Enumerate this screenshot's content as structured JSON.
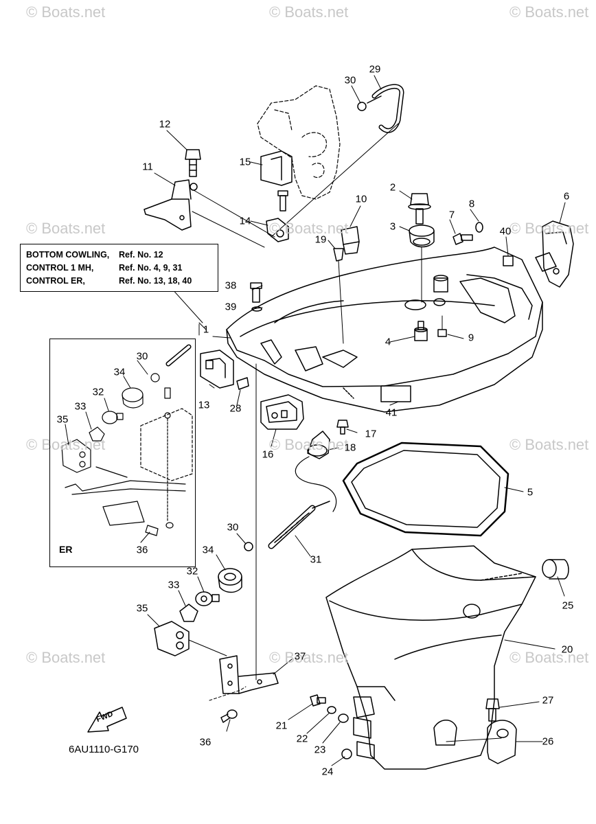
{
  "watermark": {
    "text": "© Boats.net"
  },
  "diagram_code": "6AU1110-G170",
  "legend": {
    "rows": [
      {
        "label": "BOTTOM COWLING,",
        "ref": "Ref. No. 12"
      },
      {
        "label": "CONTROL 1 MH,",
        "ref": "Ref. No. 4, 9, 31"
      },
      {
        "label": "CONTROL ER,",
        "ref": "Ref. No. 13, 18, 40"
      }
    ]
  },
  "er_label": "ER",
  "fwd_label": "FWD",
  "callouts": [
    "1",
    "2",
    "3",
    "4",
    "5",
    "6",
    "7",
    "8",
    "9",
    "10",
    "11",
    "12",
    "13",
    "14",
    "15",
    "16",
    "17",
    "18",
    "19",
    "20",
    "21",
    "22",
    "23",
    "24",
    "25",
    "26",
    "27",
    "28",
    "29",
    "30",
    "31",
    "32",
    "33",
    "34",
    "35",
    "36",
    "37",
    "38",
    "39",
    "40",
    "41",
    "30",
    "34",
    "32",
    "33",
    "35",
    "36"
  ]
}
